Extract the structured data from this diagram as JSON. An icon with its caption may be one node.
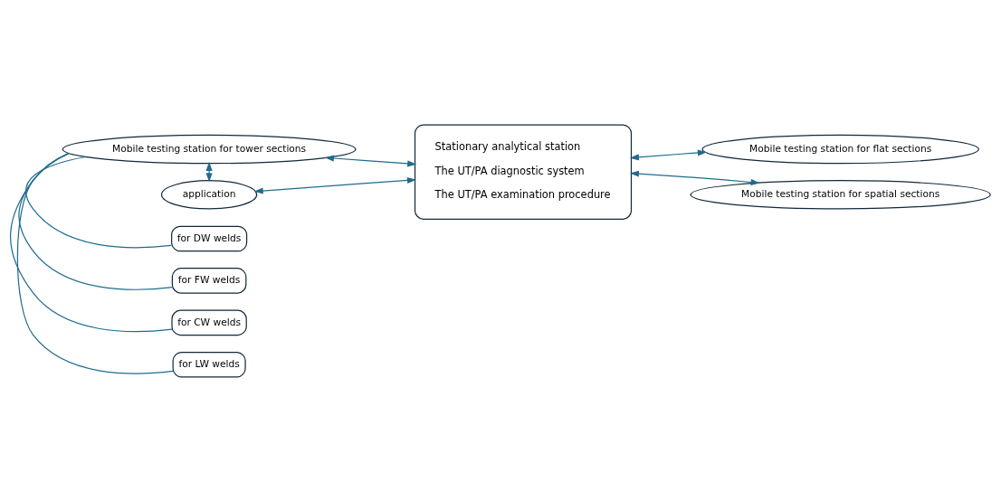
{
  "diagram": {
    "nodes": [
      {
        "text": [
          "Mobile testing station for tower sections"
        ]
      },
      {
        "text": [
          "for LW welds"
        ]
      },
      {
        "text": [
          "for CW welds"
        ]
      },
      {
        "text": [
          "for FW welds"
        ]
      },
      {
        "text": [
          "for DW welds"
        ]
      },
      {
        "text": [
          "application"
        ]
      },
      {
        "text": [
          "Stationary analytical station",
          "The UT/PA diagnostic system",
          "The UT/PA examination procedure"
        ]
      },
      {
        "text": [
          "Mobile testing station for flat sections"
        ]
      },
      {
        "text": [
          "Mobile testing station for spatial sections"
        ]
      }
    ],
    "edges": [
      {
        "from": 0,
        "to": 5,
        "arrow": "both"
      },
      {
        "from": 0,
        "to": 1,
        "arrow": "none"
      },
      {
        "from": 0,
        "to": 2,
        "arrow": "none"
      },
      {
        "from": 0,
        "to": 3,
        "arrow": "none"
      },
      {
        "from": 0,
        "to": 4,
        "arrow": "none"
      },
      {
        "from": 0,
        "to": 6,
        "arrow": "both"
      },
      {
        "from": 5,
        "to": 6,
        "arrow": "both"
      },
      {
        "from": 7,
        "to": 6,
        "arrow": "both"
      },
      {
        "from": 8,
        "to": 6,
        "arrow": "both"
      }
    ]
  }
}
